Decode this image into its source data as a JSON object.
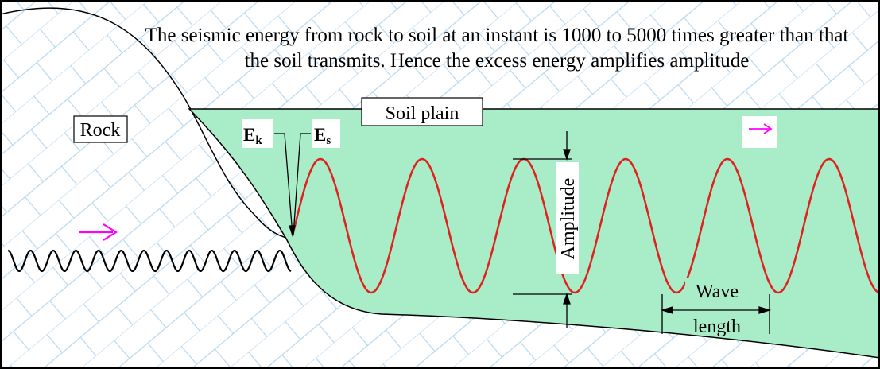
{
  "caption": {
    "line1": "The seismic energy from rock to soil at an instant is 1000 to 5000 times greater than that",
    "line2": "the soil transmits. Hence the excess energy amplifies amplitude"
  },
  "labels": {
    "rock": "Rock",
    "soil_plain": "Soil plain",
    "energy_kinetic": {
      "main": "E",
      "sub": "k"
    },
    "energy_soil": {
      "main": "E",
      "sub": "s"
    },
    "amplitude": "Amplitude",
    "wavelength_line1": "Wave",
    "wavelength_line2": "length"
  },
  "icons": {
    "rock_wave_direction": "right-arrow-icon",
    "soil_wave_direction": "right-arrow-icon"
  },
  "colors": {
    "soil_fill": "#a8ecc8",
    "rock_pattern": "#b8d8f0",
    "soil_wave": "#e0201c",
    "rock_wave": "#000000",
    "direction_arrow": "#ff00ff",
    "outline": "#000000"
  }
}
